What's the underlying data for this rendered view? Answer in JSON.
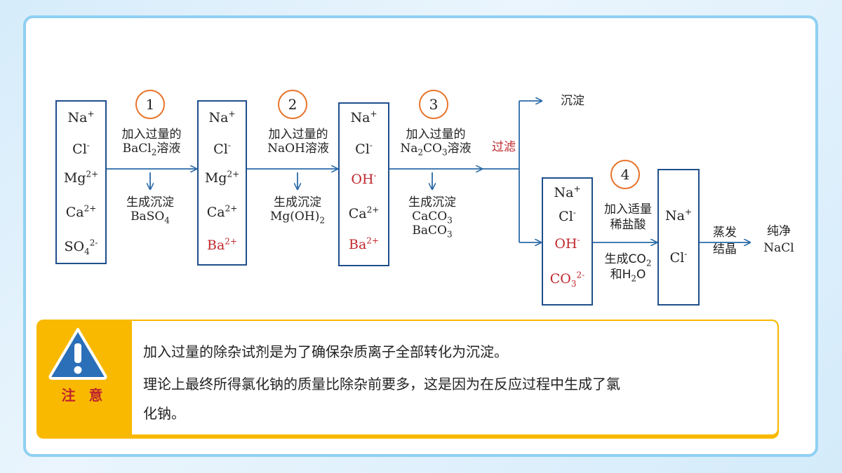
{
  "colors": {
    "accent": "#c0272d",
    "border": "#1f4f8c",
    "step": "#e8742a",
    "note": "#f9b900"
  },
  "box1": {
    "na": "Na",
    "cl": "Cl",
    "mg": "Mg",
    "ca": "Ca",
    "so4": "SO"
  },
  "box2": {
    "na": "Na",
    "cl": "Cl",
    "mg": "Mg",
    "ca": "Ca",
    "ba": "Ba"
  },
  "box3": {
    "na": "Na",
    "cl": "Cl",
    "oh": "OH",
    "ca": "Ca",
    "ba": "Ba"
  },
  "box4": {
    "na": "Na",
    "cl": "Cl",
    "oh": "OH",
    "co3": "CO"
  },
  "box5": {
    "na": "Na",
    "cl": "Cl"
  },
  "charges": {
    "plus": "+",
    "minus": "-",
    "two_plus": "2+",
    "two_minus": "2-",
    "sub4": "4",
    "sub3": "3",
    "sub2": "2"
  },
  "steps": [
    "1",
    "2",
    "3",
    "4"
  ],
  "step1": {
    "line1": "加入过量的",
    "reagent": "BaCl",
    "reagent_sub": "2",
    "suffix": "溶液",
    "result_title": "生成沉淀",
    "result": "BaSO",
    "result_sub": "4"
  },
  "step2": {
    "line1": "加入过量的",
    "reagent": "NaOH",
    "suffix": "溶液",
    "result_title": "生成沉淀",
    "result": "Mg(OH)",
    "result_sub": "2"
  },
  "step3": {
    "line1": "加入过量的",
    "reagent_a": "Na",
    "reagent_a_sub": "2",
    "reagent_b": "CO",
    "reagent_b_sub": "3",
    "suffix": "溶液",
    "result_title": "生成沉淀",
    "result1": "CaCO",
    "result1_sub": "3",
    "result2": "BaCO",
    "result2_sub": "3"
  },
  "filter": {
    "label": "过滤",
    "precipitate": "沉淀"
  },
  "step4": {
    "line1": "加入适量",
    "line2": "稀盐酸",
    "result_a": "生成CO",
    "result_a_sub": "2",
    "result_b1": "和H",
    "result_b_sub": "2",
    "result_b2": "O"
  },
  "final": {
    "action1": "蒸发",
    "action2": "结晶",
    "product1": "纯净",
    "product2": "NaCl"
  },
  "note": {
    "label": "注 意",
    "line1": "加入过量的除杂试剂是为了确保杂质离子全部转化为沉淀。",
    "line2": "理论上最终所得氯化钠的质量比除杂前要多，这是因为在反应过程中生成了氯",
    "line3": "化钠。"
  }
}
